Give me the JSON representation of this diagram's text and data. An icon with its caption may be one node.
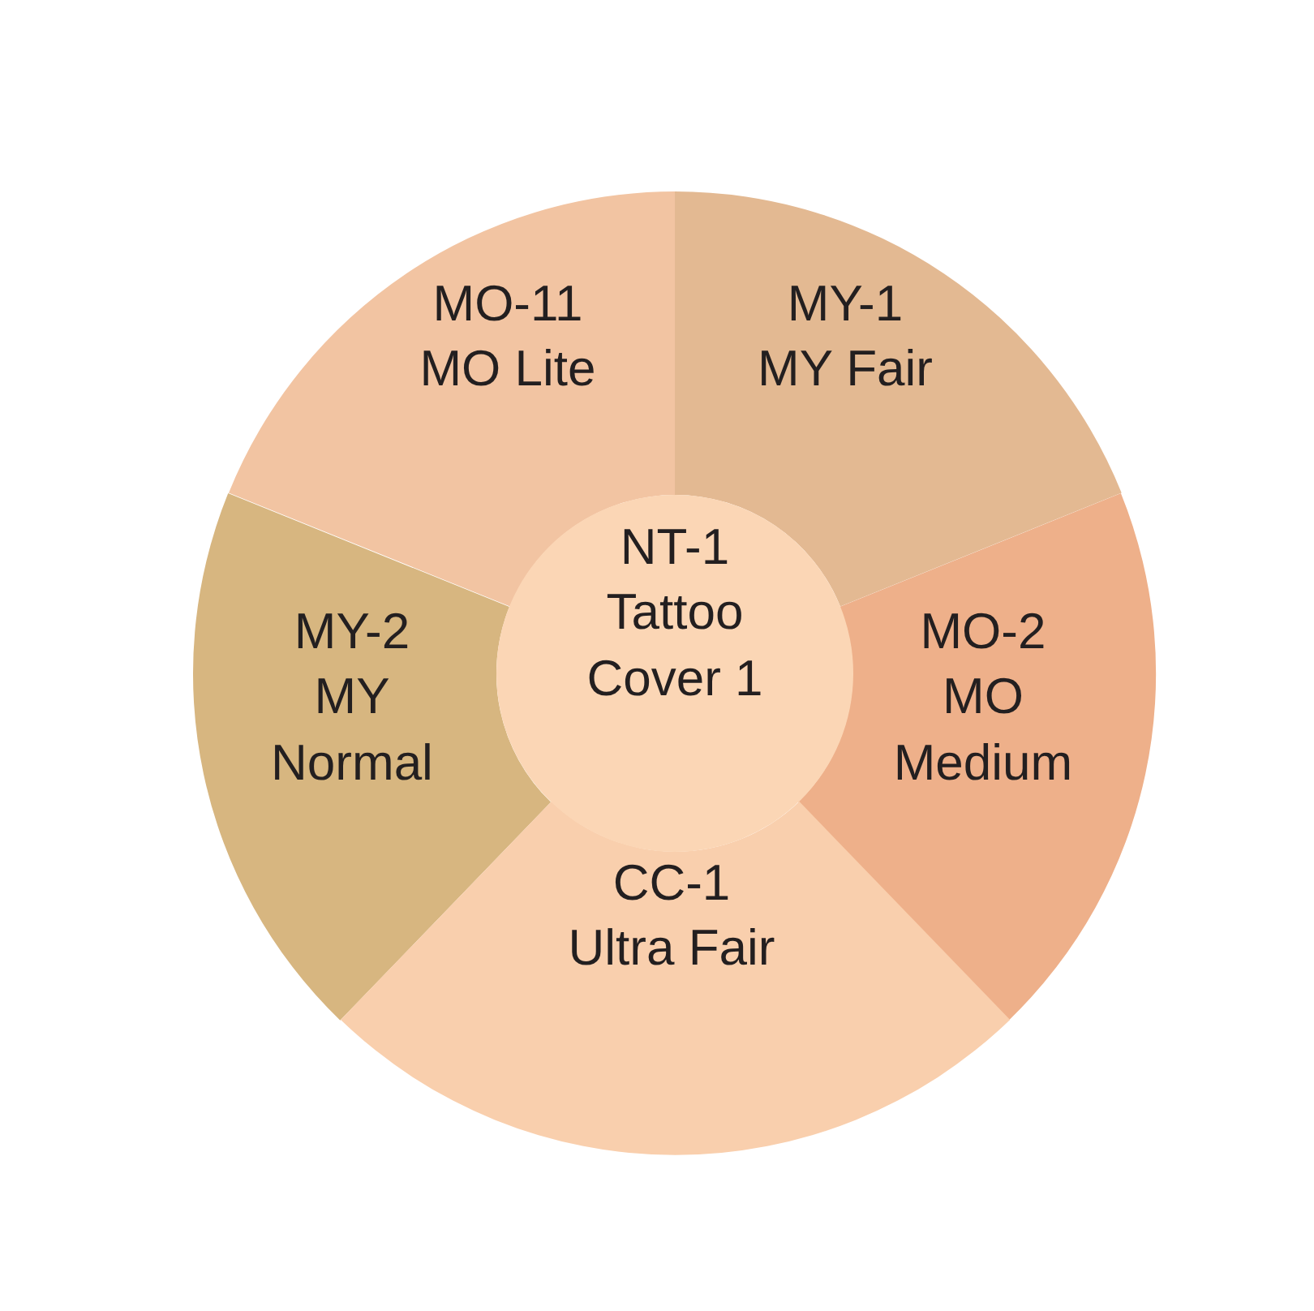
{
  "diagram": {
    "nodes": [
      {
        "text": [
          "MO-11 MO Lite"
        ]
      },
      {
        "text": [
          "MY-1 MY Fair"
        ]
      },
      {
        "text": [
          "MY-2 MY Normal"
        ]
      },
      {
        "text": [
          "NT-1 Tattoo Cover 1"
        ]
      },
      {
        "text": [
          "MO-2 MO Medium"
        ]
      },
      {
        "text": [
          "CC-1 Ultra Fair"
        ]
      }
    ],
    "edges": []
  }
}
